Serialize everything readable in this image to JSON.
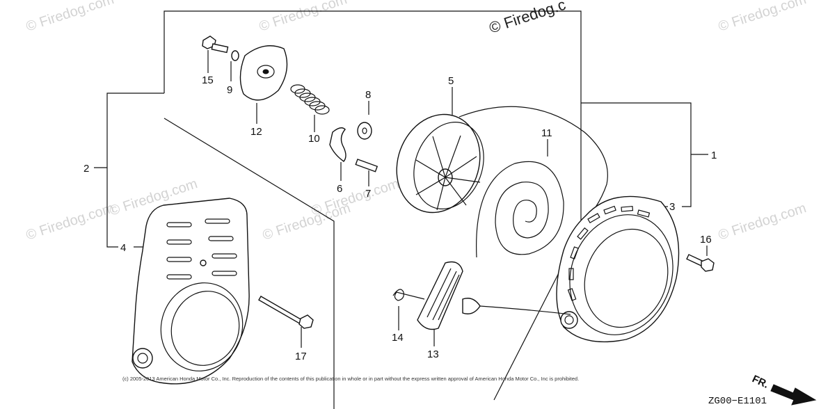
{
  "watermarks": {
    "text": "© Firedog.com",
    "top_center": "© Firedog.c"
  },
  "callouts": {
    "p1": "1",
    "p2": "2",
    "p3": "3",
    "p4": "4",
    "p5": "5",
    "p6": "6",
    "p7": "7",
    "p8": "8",
    "p9": "9",
    "p10": "10",
    "p11": "11",
    "p12": "12",
    "p13": "13",
    "p14": "14",
    "p15": "15",
    "p16": "16",
    "p17": "17"
  },
  "footer": {
    "copyright": "(c) 2005-2013 American Honda Motor Co., Inc. Reproduction of the contents of this publication in whole or in part without the express written approval of American Honda Motor Co., Inc is prohibited.",
    "diagram_code": "ZG00−E1101",
    "direction_label": "FR."
  }
}
